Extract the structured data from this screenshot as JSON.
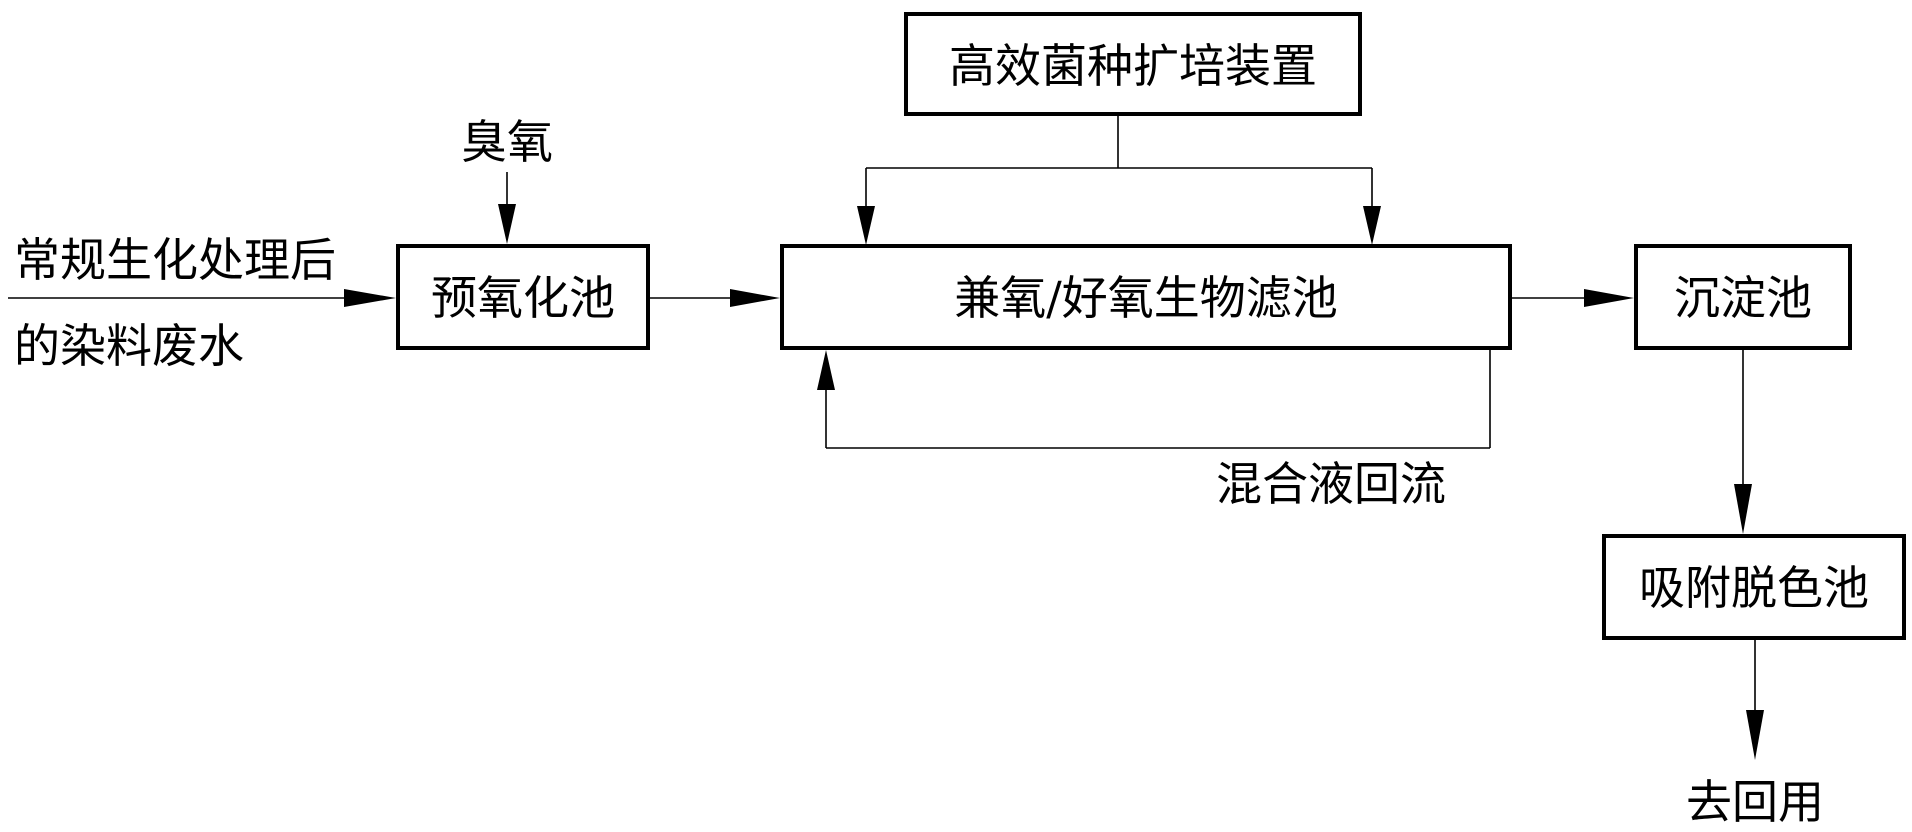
{
  "nodes": {
    "culture_device": "高效菌种扩培装置",
    "pre_oxidation": "预氧化池",
    "biofilter": "兼氧/好氧生物滤池",
    "sedimentation": "沉淀池",
    "adsorption": "吸附脱色池"
  },
  "labels": {
    "ozone": "臭氧",
    "influent_line1": "常规生化处理后",
    "influent_line2": "的染料废水",
    "recycle": "混合液回流",
    "reuse": "去回用"
  }
}
